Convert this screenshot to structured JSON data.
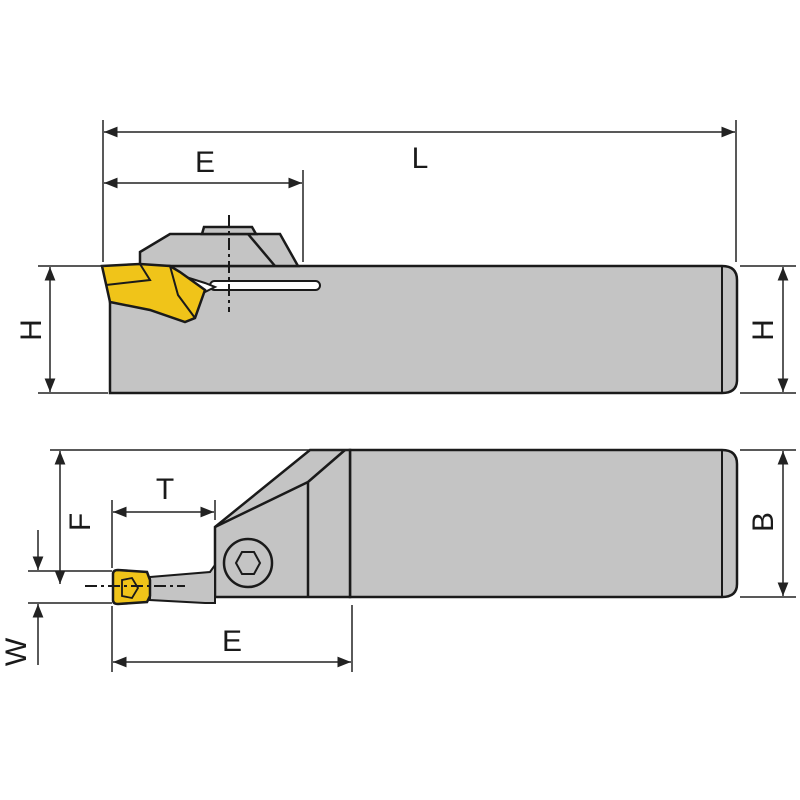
{
  "colors": {
    "body": "#c4c4c4",
    "insert": "#f0c419",
    "line": "#1a1a1a"
  },
  "top_view": {
    "length_label": "L",
    "head_label": "E",
    "height_left_label": "H",
    "height_right_label": "H"
  },
  "bottom_view": {
    "offset_label": "F",
    "depth_label": "T",
    "width_label": "B",
    "groove_width_label": "W",
    "head_label": "E"
  }
}
